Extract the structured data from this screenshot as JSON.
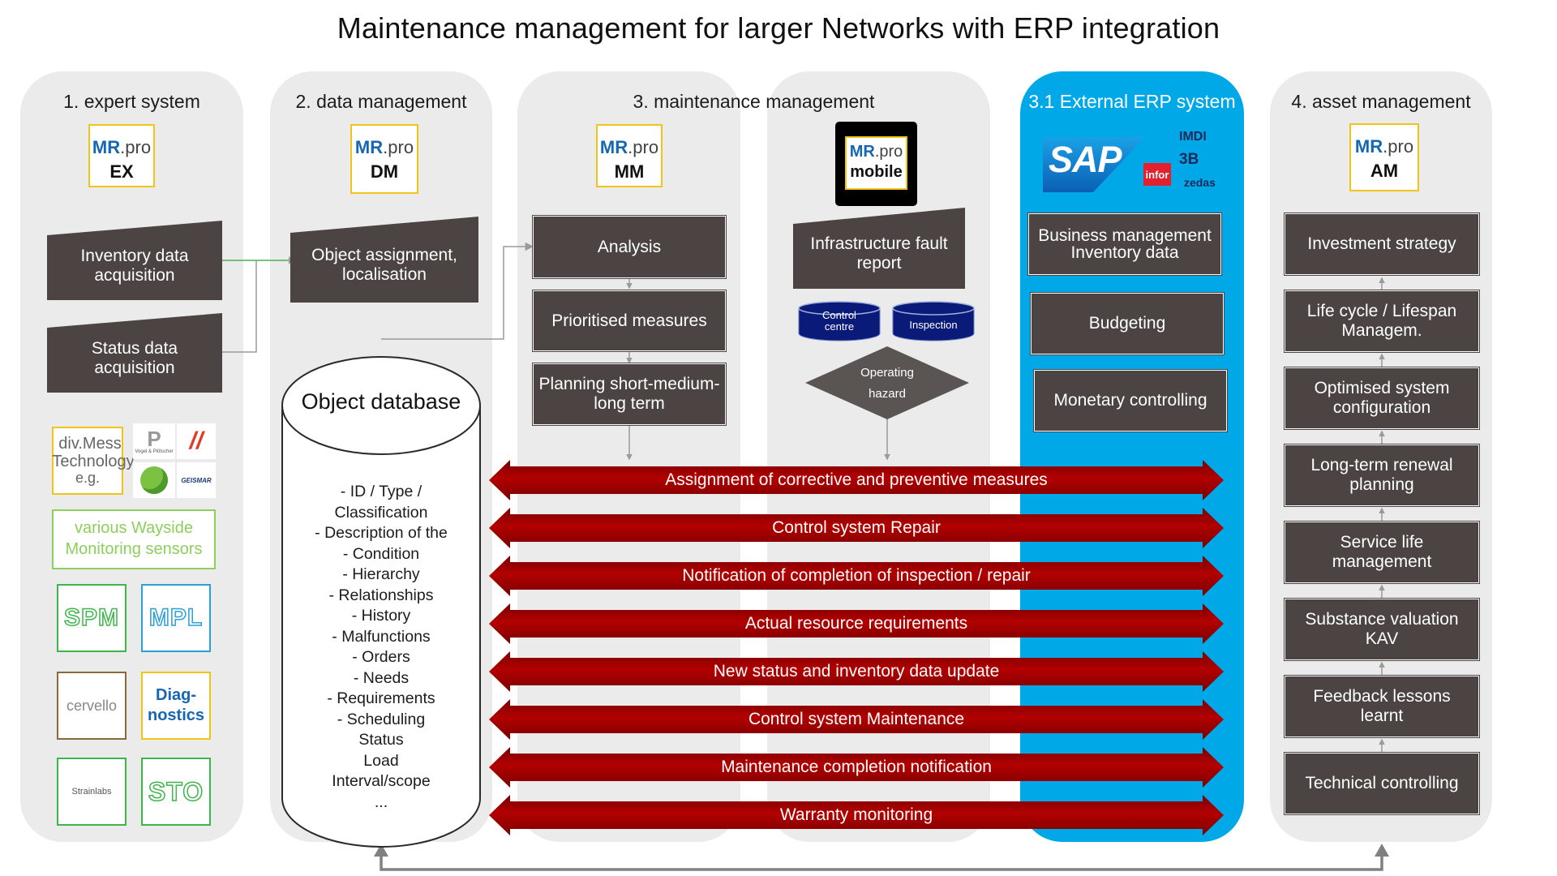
{
  "title": "Maintenance management for larger Networks with ERP integration",
  "colors": {
    "column_bg": "#ebebeb",
    "erp_column_bg": "#00a8e8",
    "process_box": "#4b4443",
    "banner_red": "#b30000",
    "banner_dark_red": "#7a0000",
    "logo_border": "#f2c318",
    "logo_blue": "#1566b4",
    "database_blue": "#0a1a78",
    "diamond_gray": "#5a5453",
    "connector_green": "#4caf50",
    "connector_gray": "#9a9a9a"
  },
  "columns": {
    "expert_system": "1. expert system",
    "data_management": "2. data management",
    "maintenance_management": "3. maintenance management",
    "external_erp": "3.1 External ERP system",
    "asset_management": "4. asset management"
  },
  "logos": {
    "brand_prefix": "MR",
    "brand_suffix": ".pro",
    "ex": "EX",
    "dm": "DM",
    "mm": "MM",
    "mobile": "mobile",
    "am": "AM"
  },
  "expert_system": {
    "inventory": "Inventory data acquisition",
    "status": "Status data acquisition",
    "vendors": {
      "div_mess_line1": "div.Mess",
      "div_mess_line2": "Technology",
      "div_mess_line3": "e.g.",
      "vogel_caption": "Vogel & Plötscher",
      "geismar": "GEISMAR",
      "wayside": "various Wayside Monitoring sensors",
      "spm": "SPM",
      "mpl": "MPL",
      "cervello": "cervello",
      "diag_line1": "Diag-",
      "diag_line2": "nostics",
      "strainlabs": "Strainlabs",
      "sto": "STO"
    }
  },
  "data_management": {
    "object_assignment": "Object assignment, localisation",
    "object_database": "Object database",
    "database_items": [
      "- ID / Type /",
      "Classification",
      "- Description of the",
      "- Condition",
      "- Hierarchy",
      "- Relationships",
      "- History",
      "- Malfunctions",
      "- Orders",
      "- Needs",
      "- Requirements",
      "- Scheduling",
      "Status",
      "Load",
      "Interval/scope",
      "..."
    ]
  },
  "maintenance_management": {
    "analysis": "Analysis",
    "prioritised": "Prioritised measures",
    "planning": "Planning short-medium- long term",
    "infrastructure": "Infrastructure fault report",
    "control_centre": "Control centre",
    "inspection": "Inspection",
    "operating_hazard": "Operating hazard"
  },
  "erp": {
    "sap": "SAP",
    "imdi": "IMDI",
    "threeb": "3B",
    "infor": "infor",
    "zedas": "zedas",
    "business": "Business management Inventory data",
    "budgeting": "Budgeting",
    "monetary": "Monetary controlling"
  },
  "asset_management": [
    "Investment strategy",
    "Life cycle / Lifespan Managem.",
    "Optimised system configuration",
    "Long-term renewal planning",
    "Service life management",
    "Substance valuation KAV",
    "Feedback lessons learnt",
    "Technical controlling"
  ],
  "banners": [
    "Assignment of corrective and preventive measures",
    "Control system Repair",
    "Notification of completion of inspection / repair",
    "Actual resource requirements",
    "New status and inventory data update",
    "Control system Maintenance",
    "Maintenance completion notification",
    "Warranty monitoring"
  ]
}
